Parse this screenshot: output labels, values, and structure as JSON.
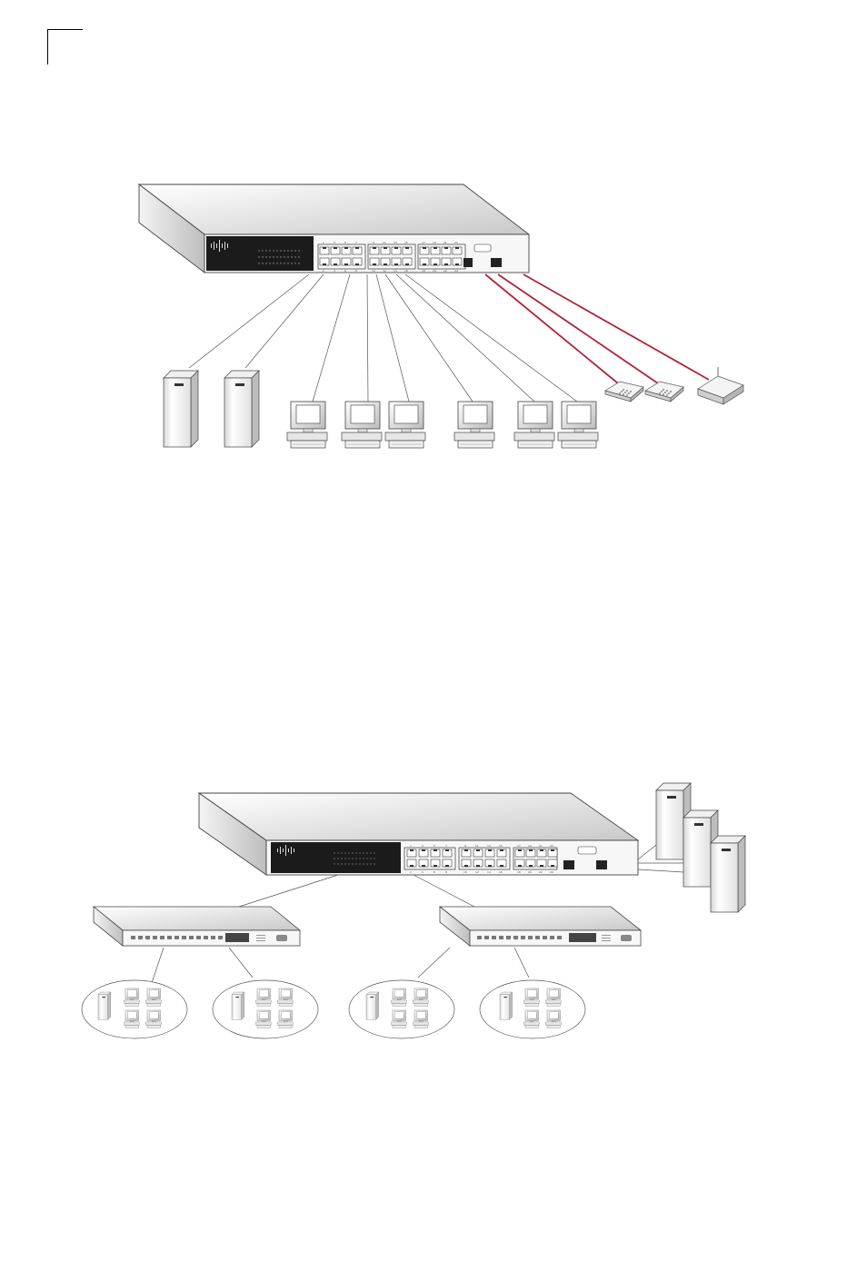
{
  "page": {
    "corner_mark": "crop-mark"
  },
  "figure_top": {
    "device": "stackable-switch",
    "port_numbers_top": [
      "1",
      "3",
      "5",
      "7",
      "9",
      "11",
      "13",
      "15",
      "17",
      "19",
      "21",
      "23"
    ],
    "port_numbers_bottom": [
      "2",
      "4",
      "6",
      "8",
      "10",
      "12",
      "14",
      "16",
      "18",
      "20",
      "22",
      "24"
    ],
    "cable_colors": {
      "copper": "#555555",
      "fiber": "#b0243a"
    },
    "end_devices": [
      "server-icon",
      "server-icon",
      "workstation-icon",
      "workstation-icon",
      "workstation-icon",
      "workstation-icon",
      "workstation-icon",
      "workstation-icon",
      "phone-icon",
      "phone-icon",
      "router-icon"
    ]
  },
  "figure_bottom": {
    "device": "stackable-switch",
    "port_numbers_top": [
      "1",
      "3",
      "5",
      "7",
      "9",
      "11",
      "13",
      "15",
      "17",
      "19",
      "21",
      "23"
    ],
    "port_numbers_bottom": [
      "2",
      "4",
      "6",
      "8",
      "10",
      "12",
      "14",
      "16",
      "18",
      "20",
      "22",
      "24"
    ],
    "end_devices": [
      "server-icon",
      "server-icon",
      "server-icon"
    ],
    "edge_switches": [
      "edge-switch",
      "edge-switch"
    ],
    "segments": [
      "segment-cluster",
      "segment-cluster",
      "segment-cluster",
      "segment-cluster"
    ]
  }
}
